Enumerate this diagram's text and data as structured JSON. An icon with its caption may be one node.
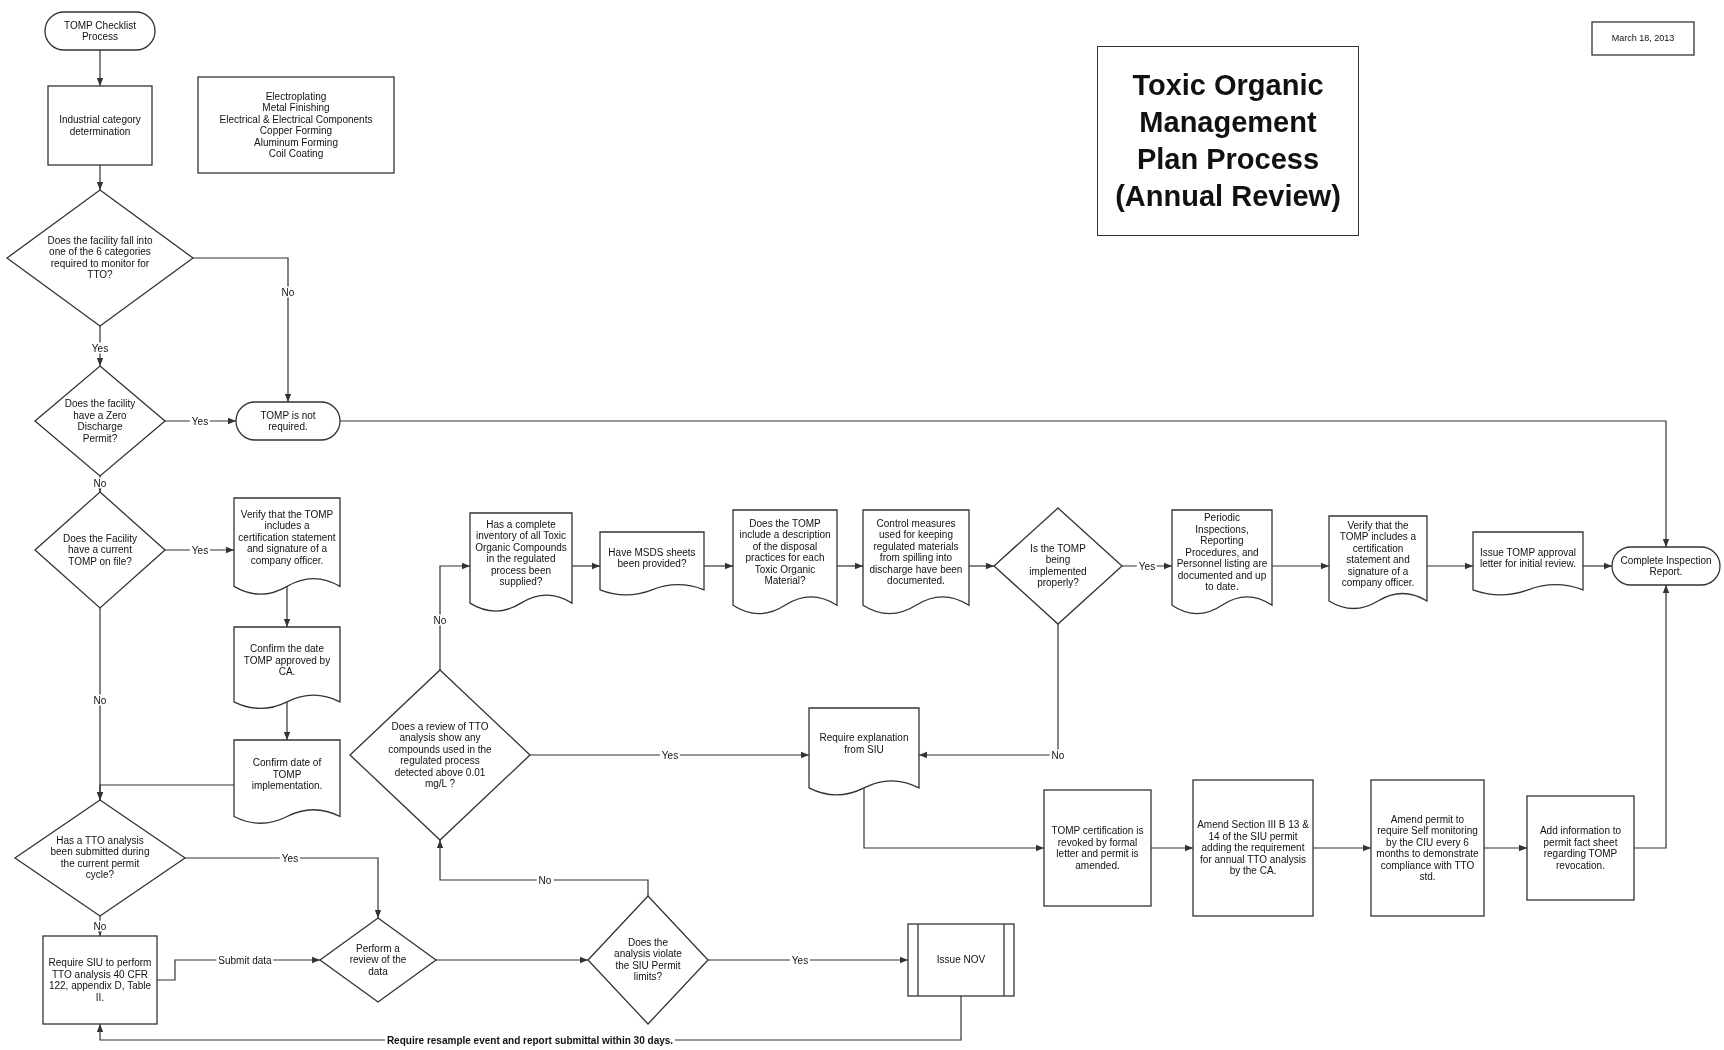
{
  "diagram": {
    "title": "Toxic Organic Management Plan Process (Annual Review)",
    "nodes": [
      {
        "text": [
          "TOMP Checklist Process"
        ]
      },
      {
        "text": [
          "Industrial category determination"
        ]
      },
      {
        "text": [
          "Electroplating",
          "Metal Finishing",
          "Electrical & Electrical Components",
          "Copper Forming",
          "Aluminum Forming",
          "Coil Coating"
        ]
      },
      {
        "text": [
          "March 18, 2013"
        ]
      },
      {
        "text": [
          "Does the facility fall into one of the 6 categories required to monitor for TTO?"
        ]
      },
      {
        "text": [
          "Does the facility have a Zero Discharge Permit?"
        ]
      },
      {
        "text": [
          "TOMP is not required."
        ]
      },
      {
        "text": [
          "Does the Facility have a current TOMP on file?"
        ]
      },
      {
        "text": [
          "Verify that the TOMP includes a certification statement and signature of a company officer."
        ]
      },
      {
        "text": [
          "Confirm the date TOMP approved by CA."
        ]
      },
      {
        "text": [
          "Confirm date of TOMP implementation."
        ]
      },
      {
        "text": [
          "Has a TTO analysis been submitted during the current permit cycle?"
        ]
      },
      {
        "text": [
          "Require SIU to perform TTO analysis 40 CFR 122, appendix D, Table II."
        ]
      },
      {
        "text": [
          "Perform a review of the data"
        ]
      },
      {
        "text": [
          "Does the analysis violate the SIU Permit limits?"
        ]
      },
      {
        "text": [
          "Issue NOV"
        ]
      },
      {
        "text": [
          "Does a review of TTO analysis show any compounds used in the regulated process detected above 0.01 mg/L ?"
        ]
      },
      {
        "text": [
          "Has a complete inventory of all Toxic Organic Compounds in the regulated process been supplied?"
        ]
      },
      {
        "text": [
          "Have MSDS sheets been provided?"
        ]
      },
      {
        "text": [
          "Does the TOMP include a description of the disposal practices for each Toxic Organic Material?"
        ]
      },
      {
        "text": [
          "Control measures used for keeping regulated materials from spilling into discharge have been documented."
        ]
      },
      {
        "text": [
          "Is the TOMP being implemented properly?"
        ]
      },
      {
        "text": [
          "Periodic Inspections, Reporting Procedures, and Personnel listing are documented and up to date."
        ]
      },
      {
        "text": [
          "Verify that the TOMP includes a certification statement and signature of a company officer."
        ]
      },
      {
        "text": [
          "Issue TOMP approval letter for initial review."
        ]
      },
      {
        "text": [
          "Complete Inspection Report."
        ]
      },
      {
        "text": [
          "Require explanation from SIU"
        ]
      },
      {
        "text": [
          "TOMP certification is revoked by formal letter and permit is amended."
        ]
      },
      {
        "text": [
          "Amend Section III B 13 & 14 of the SIU permit adding the requirement for annual TTO analysis by the CA."
        ]
      },
      {
        "text": [
          "Amend permit to require Self monitoring by the CIU every 6 months to demonstrate compliance with TTO std."
        ]
      },
      {
        "text": [
          "Add information to permit fact sheet regarding TOMP revocation."
        ]
      }
    ],
    "edges": [
      {
        "from": 0,
        "to": 1,
        "arrow": "to"
      },
      {
        "from": 1,
        "to": 4,
        "arrow": "to"
      },
      {
        "from": 4,
        "to": 6,
        "label": "No",
        "arrow": "to"
      },
      {
        "from": 4,
        "to": 5,
        "label": "Yes",
        "arrow": "to"
      },
      {
        "from": 5,
        "to": 6,
        "label": "Yes",
        "arrow": "to"
      },
      {
        "from": 5,
        "to": 7,
        "label": "No",
        "arrow": "to"
      },
      {
        "from": 7,
        "to": 8,
        "label": "Yes",
        "arrow": "to"
      },
      {
        "from": 7,
        "to": 11,
        "label": "No",
        "arrow": "to"
      },
      {
        "from": 8,
        "to": 9,
        "arrow": "to"
      },
      {
        "from": 9,
        "to": 10,
        "arrow": "to"
      },
      {
        "from": 10,
        "to": 11,
        "arrow": "to"
      },
      {
        "from": 11,
        "to": 13,
        "label": "Yes",
        "arrow": "to"
      },
      {
        "from": 11,
        "to": 12,
        "label": "No",
        "arrow": "to"
      },
      {
        "from": 12,
        "to": 13,
        "label": "Submit data",
        "arrow": "to"
      },
      {
        "from": 13,
        "to": 14,
        "arrow": "to"
      },
      {
        "from": 14,
        "to": 15,
        "label": "Yes",
        "arrow": "to"
      },
      {
        "from": 14,
        "to": 16,
        "label": "No",
        "arrow": "to"
      },
      {
        "from": 15,
        "to": 12,
        "label": "Require resample event and report submittal within 30 days.",
        "arrow": "to"
      },
      {
        "from": 16,
        "to": 17,
        "label": "No",
        "arrow": "to"
      },
      {
        "from": 16,
        "to": 26,
        "label": "Yes",
        "arrow": "to"
      },
      {
        "from": 17,
        "to": 18,
        "arrow": "to"
      },
      {
        "from": 18,
        "to": 19,
        "arrow": "to"
      },
      {
        "from": 19,
        "to": 20,
        "arrow": "to"
      },
      {
        "from": 20,
        "to": 21,
        "arrow": "to"
      },
      {
        "from": 21,
        "to": 22,
        "label": "Yes",
        "arrow": "to"
      },
      {
        "from": 21,
        "to": 26,
        "label": "No",
        "arrow": "to"
      },
      {
        "from": 22,
        "to": 23,
        "arrow": "to"
      },
      {
        "from": 23,
        "to": 24,
        "arrow": "to"
      },
      {
        "from": 24,
        "to": 25,
        "arrow": "to"
      },
      {
        "from": 6,
        "to": 25,
        "arrow": "to"
      },
      {
        "from": 26,
        "to": 27,
        "arrow": "to"
      },
      {
        "from": 27,
        "to": 28,
        "arrow": "to"
      },
      {
        "from": 28,
        "to": 29,
        "arrow": "to"
      },
      {
        "from": 29,
        "to": 30,
        "arrow": "to"
      },
      {
        "from": 30,
        "to": 25,
        "arrow": "to"
      }
    ]
  }
}
